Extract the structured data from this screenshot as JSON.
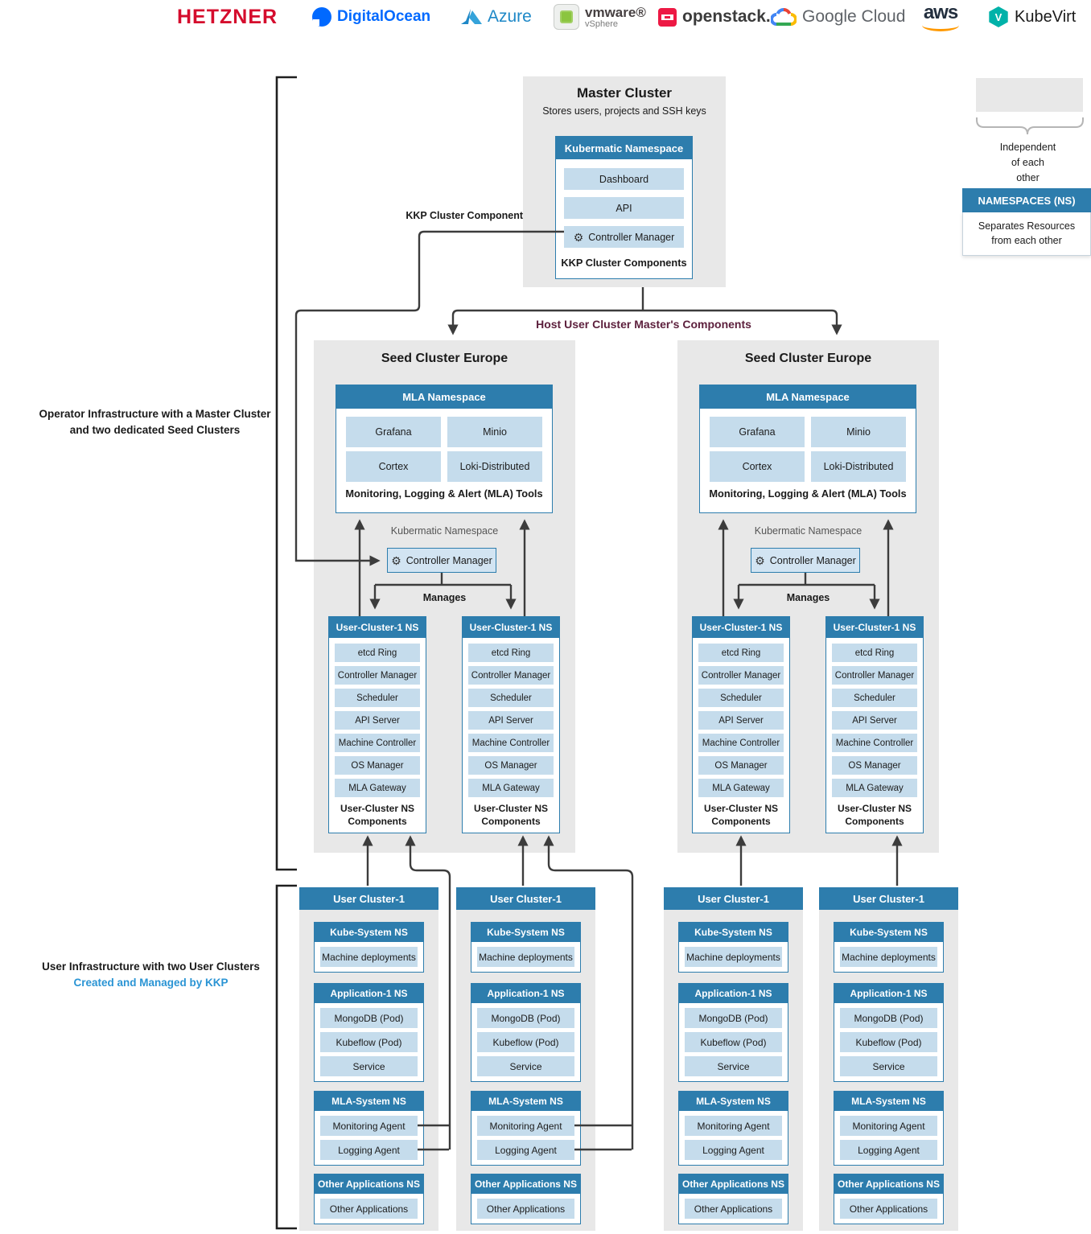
{
  "providers": [
    {
      "name": "hetzner",
      "label": "HETZNER"
    },
    {
      "name": "digitalocean",
      "label": "DigitalOcean"
    },
    {
      "name": "azure",
      "label": "Azure"
    },
    {
      "name": "vmware-vsphere",
      "label": "vmware®",
      "sublabel": "vSphere"
    },
    {
      "name": "openstack",
      "label": "openstack."
    },
    {
      "name": "google-cloud",
      "label": "Google Cloud"
    },
    {
      "name": "aws",
      "label": "aws"
    },
    {
      "name": "kubevirt",
      "label": "KubeVirt",
      "icon_letter": "V"
    }
  ],
  "master": {
    "title": "Master Cluster",
    "subtitle": "Stores users, projects and SSH keys",
    "namespace_header": "Kubermatic Namespace",
    "items": [
      "Dashboard",
      "API",
      "Controller Manager"
    ],
    "footer": "KKP Cluster Components"
  },
  "edge_labels": {
    "kkp_component": "KKP Cluster Component",
    "host_components": "Host User Cluster Master's Components"
  },
  "legend": {
    "independent": [
      "Independent",
      "of each",
      "other"
    ],
    "ns_title": "NAMESPACES (NS)",
    "ns_body": [
      "Separates Resources",
      "from each other"
    ]
  },
  "side_labels": {
    "operator": [
      "Operator Infrastructure with a Master Cluster",
      "and two dedicated Seed Clusters"
    ],
    "user_line1": "User Infrastructure with two User Clusters",
    "user_line2": "Created and Managed by KKP"
  },
  "seed": {
    "title": "Seed Cluster Europe",
    "mla_header": "MLA Namespace",
    "mla_items": [
      "Grafana",
      "Minio",
      "Cortex",
      "Loki-Distributed"
    ],
    "mla_footer": "Monitoring, Logging & Alert (MLA) Tools",
    "kubermatic_ns_label": "Kubermatic Namespace",
    "controller_manager": "Controller Manager",
    "manages": "Manages",
    "ns_header": "User-Cluster-1 NS",
    "ns_items": [
      "etcd Ring",
      "Controller Manager",
      "Scheduler",
      "API Server",
      "Machine Controller",
      "OS Manager",
      "MLA Gateway"
    ],
    "ns_footer": [
      "User-Cluster NS",
      "Components"
    ]
  },
  "user_cluster": {
    "title": "User Cluster-1",
    "sections": [
      {
        "header": "Kube-System NS",
        "items": [
          "Machine deployments"
        ]
      },
      {
        "header": "Application-1 NS",
        "items": [
          "MongoDB (Pod)",
          "Kubeflow (Pod)",
          "Service"
        ]
      },
      {
        "header": "MLA-System NS",
        "items": [
          "Monitoring Agent",
          "Logging Agent"
        ]
      },
      {
        "header": "Other Applications NS",
        "items": [
          "Other Applications"
        ]
      }
    ]
  },
  "colors": {
    "header_blue": "#2d7dad",
    "item_blue": "#c5dcec",
    "cm_fill": "#d2e4f2",
    "panel_gray": "#e8e8e8",
    "line": "#3c3c3c",
    "maroon_label": "#5c1f3c",
    "kkp_blue": "#2a94d4",
    "hetzner_red": "#d50c2d",
    "digitalocean_blue": "#0069ff",
    "azure_blue": "#1e88c7",
    "openstack_red": "#ed1944",
    "aws_orange": "#ff9900",
    "kubevirt_teal": "#00b2a9",
    "google_gray": "#5f6368"
  }
}
